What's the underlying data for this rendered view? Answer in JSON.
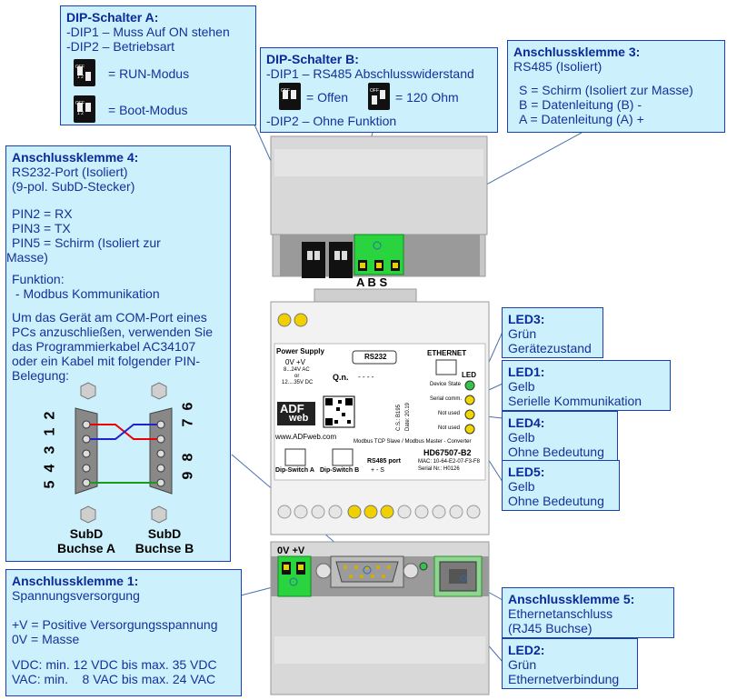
{
  "dipA": {
    "title": "DIP-Schalter A:",
    "line1": "-DIP1 – Muss Auf ON stehen",
    "line2": "-DIP2 – Betriebsart",
    "run": "= RUN-Modus",
    "boot": "= Boot-Modus"
  },
  "dipB": {
    "title": "DIP-Schalter B:",
    "line1": "-DIP1 – RS485 Abschlusswiderstand",
    "open": "= Offen",
    "ohm": "= 120 Ohm",
    "line2": "-DIP2 – Ohne Funktion"
  },
  "term3": {
    "title": "Anschlussklemme 3:",
    "sub": "RS485 (Isoliert)",
    "s": "S = Schirm (Isoliert zur Masse)",
    "b": "B = Datenleitung (B) -",
    "a": "A = Datenleitung (A) +"
  },
  "term4": {
    "title": "Anschlussklemme 4:",
    "l1": "RS232-Port (Isoliert)",
    "l2": "(9-pol. SubD-Stecker)",
    "p2": "PIN2 = RX",
    "p3": "PIN3 = TX",
    "p5": "PIN5 = Schirm (Isoliert zur",
    "p5b": "Masse)",
    "f": "Funktion:",
    "f1": " - Modbus Kommunikation",
    "d1": "Um das Gerät am COM-Port eines",
    "d2": "PCs anzuschließen, verwenden Sie",
    "d3": "das Programmierkabel AC34107",
    "d4": "oder ein Kabel mit folgender PIN-",
    "d5": "Belegung:",
    "subdA1": "SubD",
    "subdA2": "Buchse A",
    "subdB1": "SubD",
    "subdB2": "Buchse B",
    "nA": [
      "2",
      "1",
      "3",
      "5",
      "4"
    ],
    "nB": [
      "7",
      "6",
      "9",
      "8"
    ]
  },
  "term1": {
    "title": "Anschlussklemme 1:",
    "sub": "Spannungsversorgung",
    "l1": "+V = Positive Versorgungsspannung",
    "l2": "0V = Masse",
    "l3": "VDC: min. 12 VDC bis max. 35 VDC",
    "l4": "VAC: min.    8 VAC bis max. 24 VAC"
  },
  "term5": {
    "title": "Anschlussklemme 5:",
    "l1": "Ethernetanschluss",
    "l2": "(RJ45 Buchse)"
  },
  "led3": {
    "title": "LED3:",
    "l1": "Grün",
    "l2": "Gerätezustand"
  },
  "led1": {
    "title": "LED1:",
    "l1": "Gelb",
    "l2": "Serielle Kommunikation"
  },
  "led4": {
    "title": "LED4:",
    "l1": "Gelb",
    "l2": "Ohne Bedeutung"
  },
  "led5": {
    "title": "LED5:",
    "l1": "Gelb",
    "l2": "Ohne Bedeutung"
  },
  "led2": {
    "title": "LED2:",
    "l1": "Grün",
    "l2": "Ethernetverbindung"
  },
  "device": {
    "abs": "A  B  S",
    "power": "Power Supply",
    "v": "0V   +V",
    "vac": "8...24V AC",
    "or": "or",
    "vdc": "12....35V DC",
    "rs232": "RS232",
    "qn": "Q.n.",
    "qdash": "- - - -",
    "ethernet": "ETHERNET",
    "led": "LED",
    "ds": "Device State",
    "sc": "Serial comm.",
    "nu1": "Not used",
    "nu2": "Not used",
    "web": "www.ADFweb.com",
    "adf": "ADF",
    "adfweb": "web",
    "desc": "Modbus TCP Slave / Modbus Master - Converter",
    "model": "HD67507-B2",
    "mac": "MAC: 10-64-E2-07-F3-F8",
    "serial": "Serial Nr.: H0126",
    "dswa": "Dip-Switch A",
    "dswb": "Dip-Switch B",
    "rs485": "RS485 port",
    "pm": "+   -   S",
    "cs": "C.S.: B195",
    "date": "Date: 20.19",
    "pv": "0V  +V",
    "dipoff": "OFF",
    "dipnum": "1  2",
    "dipon": "ON"
  }
}
